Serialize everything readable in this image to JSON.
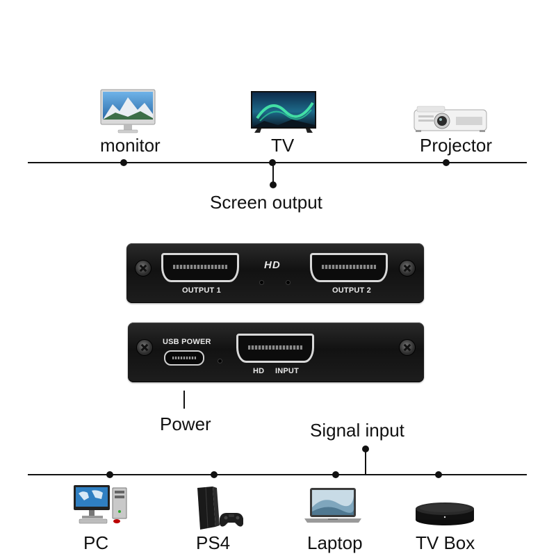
{
  "screen_output": {
    "caption": "Screen output",
    "devices": [
      {
        "label": "monitor",
        "icon": "monitor-icon"
      },
      {
        "label": "TV",
        "icon": "tv-icon"
      },
      {
        "label": "Projector",
        "icon": "projector-icon"
      }
    ]
  },
  "splitter": {
    "logo": "HD",
    "output_1": "OUTPUT 1",
    "output_2": "OUTPUT 2",
    "usb_power": "USB POWER",
    "hd": "HD",
    "input": "INPUT"
  },
  "power": {
    "caption": "Power"
  },
  "signal_input": {
    "caption": "Signal input",
    "devices": [
      {
        "label": "PC",
        "icon": "pc-icon"
      },
      {
        "label": "PS4",
        "icon": "ps4-icon"
      },
      {
        "label": "Laptop",
        "icon": "laptop-icon"
      },
      {
        "label": "TV Box",
        "icon": "tv-box-icon"
      }
    ]
  }
}
